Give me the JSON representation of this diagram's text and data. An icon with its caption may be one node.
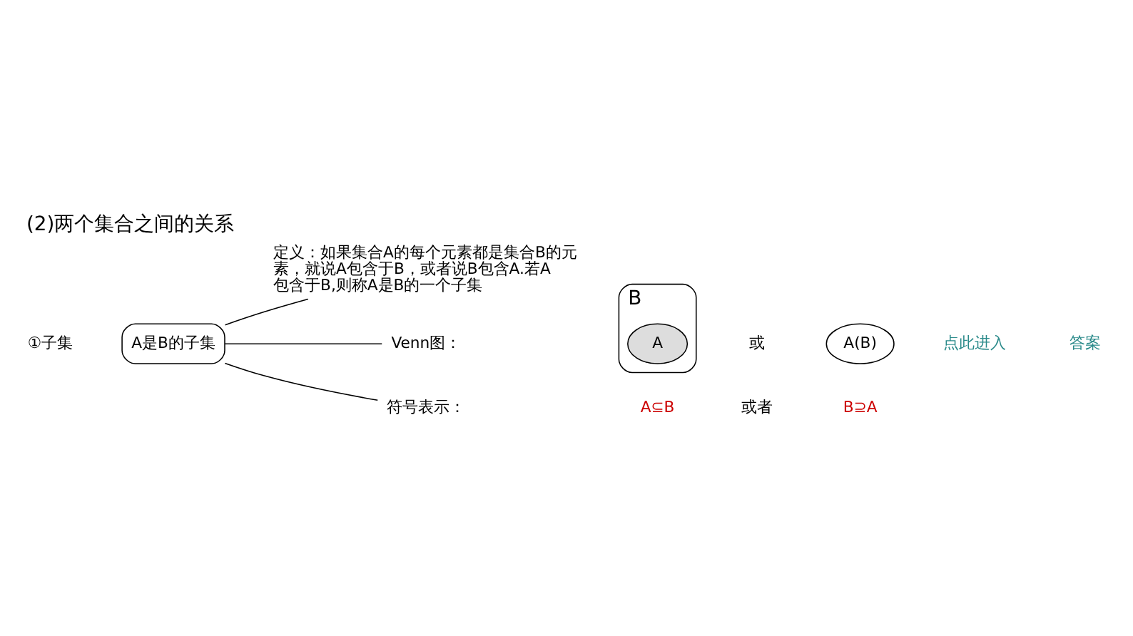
{
  "diagram": {
    "title": "(2)两个集合之间的关系",
    "nodes": [
      {
        "text": [
          "A是B的子集"
        ]
      },
      {
        "text": [
          "定义：如果集合A的每个元素都是集合B的元素，就说A包含于B，或者说B包含A.若A包含于B,则称A是B的一个子集"
        ]
      },
      {
        "text": [
          "Venn图："
        ]
      },
      {
        "text": [
          "B"
        ]
      },
      {
        "text": [
          "A"
        ],
        "in": 3
      },
      {
        "text": [
          "A(B)"
        ]
      },
      {
        "text": [
          "符号表示："
        ]
      }
    ],
    "edges": [
      {
        "from": 0,
        "to": 1,
        "arrow": "none"
      },
      {
        "from": 0,
        "to": 2,
        "arrow": "none"
      },
      {
        "from": 0,
        "to": 6,
        "arrow": "none"
      }
    ],
    "labels": [
      "①子集",
      "或",
      "A⊆B",
      "或者",
      "B⊇A",
      "点此进入",
      "答案"
    ]
  }
}
